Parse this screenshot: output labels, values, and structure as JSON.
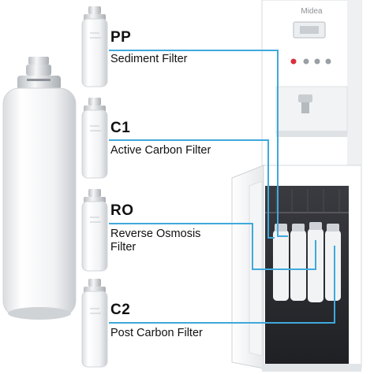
{
  "brand": {
    "logo_text": "Midea"
  },
  "filters": [
    {
      "code": "PP",
      "name": "Sediment Filter"
    },
    {
      "code": "C1",
      "name": "Active Carbon Filter"
    },
    {
      "code": "RO",
      "name": "Reverse Osmosis Filter",
      "name_lines": [
        "Reverse Osmosis",
        "Filter"
      ]
    },
    {
      "code": "C2",
      "name": "Post Carbon Filter"
    }
  ],
  "colors": {
    "connector_line": "#3fa9dc",
    "filter_body": "#f4f5f6",
    "dispenser_body": "#ffffff",
    "cabinet_interior": "#2e2f33",
    "display_panel": "#eceff1",
    "button_accent": "#d8313b"
  },
  "icons": [
    "large-filter-cartridge-image",
    "small-filter-cartridge-image",
    "water-dispenser-image",
    "display-panel-icon",
    "control-button-icon"
  ]
}
